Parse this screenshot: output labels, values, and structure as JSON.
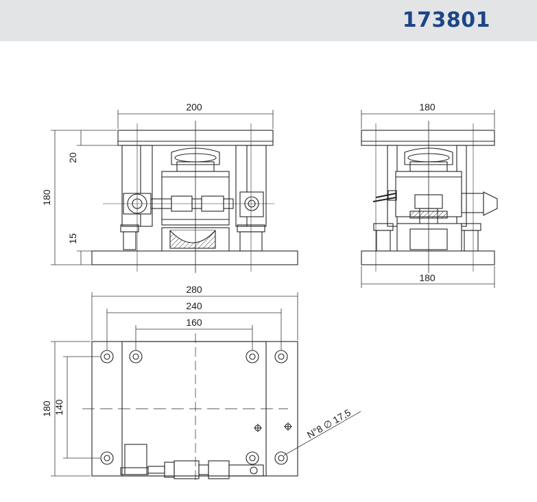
{
  "header": {
    "product_code": "173801",
    "accent_color": "#1d4587",
    "band_color": "#e3e4e6"
  },
  "front_view": {
    "width_label": "200",
    "height_label": "180",
    "top_plate_label": "20",
    "base_label": "15"
  },
  "side_view": {
    "top_width_label": "180",
    "bottom_width_label": "180"
  },
  "plan_view": {
    "overall_width_label": "280",
    "hole_pitch_outer_label": "240",
    "hole_pitch_inner_label": "160",
    "overall_height_label": "180",
    "hole_pitch_vertical_label": "140",
    "holes_callout": "N°8 ∅ 17,5"
  }
}
